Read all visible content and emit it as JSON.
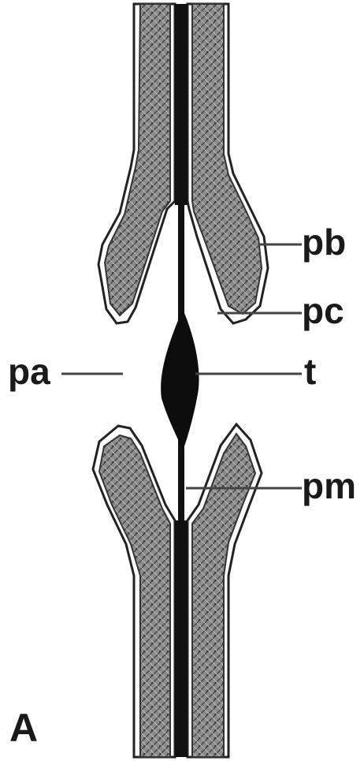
{
  "figure": {
    "panel_letter": "A",
    "labels": {
      "pb": "pb",
      "pc": "pc",
      "pa": "pa",
      "t": "t",
      "pm": "pm"
    }
  }
}
